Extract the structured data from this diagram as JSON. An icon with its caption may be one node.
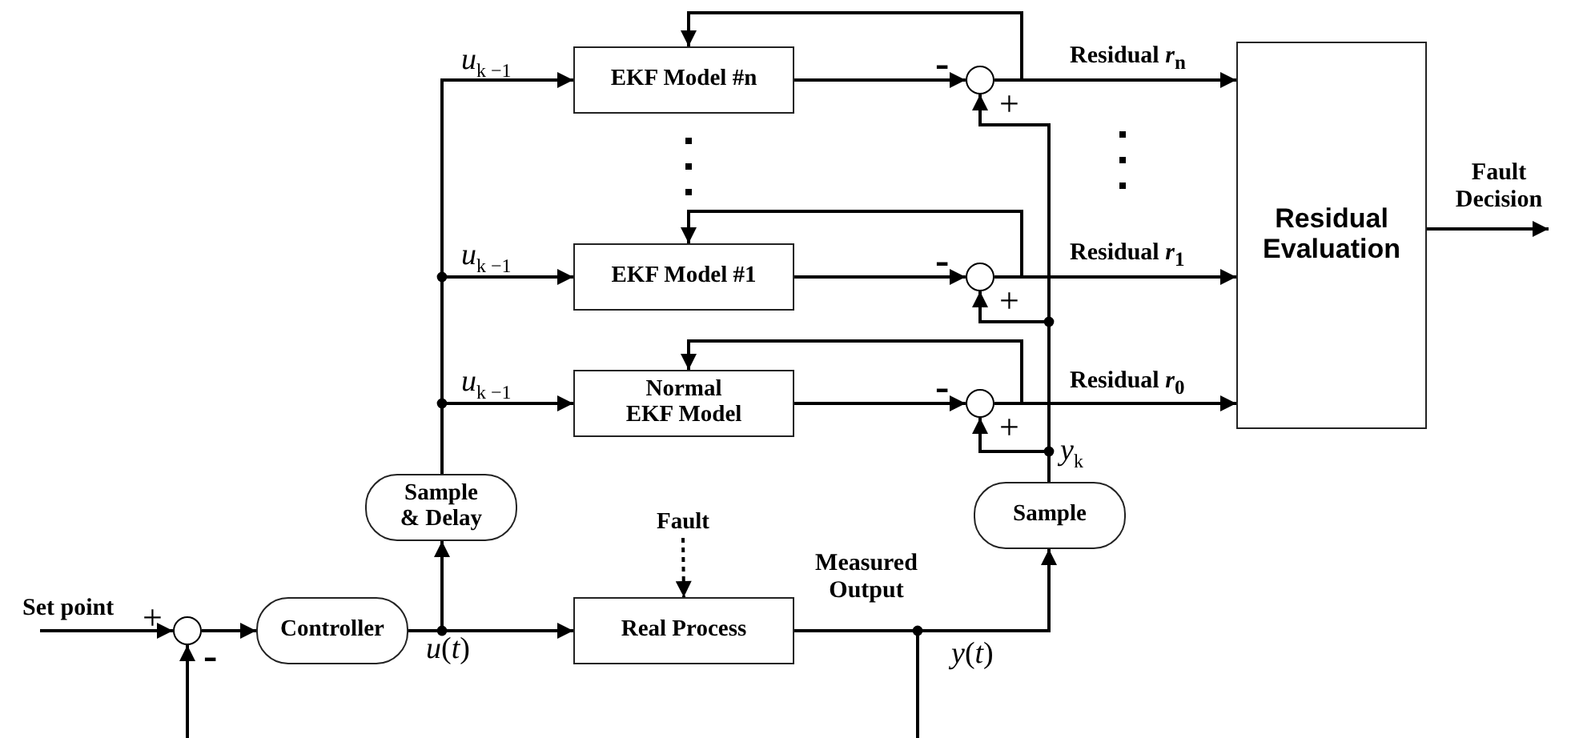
{
  "diagram": {
    "nodes": [
      {
        "text": [],
        "shape": "circle"
      },
      {
        "text": [
          "Controller"
        ]
      },
      {
        "text": [
          "Sample & Delay"
        ]
      },
      {
        "text": [
          "Real Process"
        ]
      },
      {
        "text": [
          "EKF Model #n"
        ]
      },
      {
        "text": [
          "EKF Model #1"
        ]
      },
      {
        "text": [
          "Normal EKF Model"
        ]
      },
      {
        "text": [],
        "shape": "circle"
      },
      {
        "text": [],
        "shape": "circle"
      },
      {
        "text": [],
        "shape": "circle"
      },
      {
        "text": [
          "Sample"
        ]
      },
      {
        "text": [
          "Residual Evaluation"
        ]
      },
      {
        "text": [
          "Fault"
        ]
      }
    ],
    "edges": [
      {
        "from": null,
        "to": 0,
        "arrow": "to",
        "label": "Set point"
      },
      {
        "from": null,
        "to": 0,
        "arrow": "to"
      },
      {
        "from": 0,
        "to": 1,
        "arrow": "to"
      },
      {
        "from": 1,
        "to": 3,
        "arrow": "to"
      },
      {
        "from": 1,
        "to": 2,
        "arrow": "to"
      },
      {
        "from": 2,
        "to": 4,
        "arrow": "to",
        "label": "*u*$_{k −1}$"
      },
      {
        "from": 2,
        "to": 5,
        "arrow": "to",
        "label": "*u*$_{k −1}$"
      },
      {
        "from": 2,
        "to": 6,
        "arrow": "to",
        "label": "*u*$_{k −1}$"
      },
      {
        "from": 12,
        "to": 3,
        "arrow": "to",
        "style": "dashed"
      },
      {
        "from": 3,
        "to": 10,
        "arrow": "to"
      },
      {
        "from": 3,
        "to": null,
        "arrow": "none"
      },
      {
        "from": 10,
        "to": 7,
        "arrow": "to"
      },
      {
        "from": 10,
        "to": 8,
        "arrow": "to"
      },
      {
        "from": 10,
        "to": 9,
        "arrow": "to"
      },
      {
        "from": 4,
        "to": 7,
        "arrow": "to"
      },
      {
        "from": 5,
        "to": 8,
        "arrow": "to"
      },
      {
        "from": 6,
        "to": 9,
        "arrow": "to"
      },
      {
        "from": 7,
        "to": 11,
        "arrow": "to",
        "label": "Residual *r*$_{n}$"
      },
      {
        "from": 8,
        "to": 11,
        "arrow": "to",
        "label": "Residual *r*$_{1}$"
      },
      {
        "from": 9,
        "to": 11,
        "arrow": "to",
        "label": "Residual *r*$_{0}$"
      },
      {
        "from": 7,
        "to": 4,
        "arrow": "to"
      },
      {
        "from": 8,
        "to": 5,
        "arrow": "to"
      },
      {
        "from": 9,
        "to": 6,
        "arrow": "to"
      },
      {
        "from": 11,
        "to": null,
        "arrow": "to",
        "label": "Fault Decision"
      }
    ],
    "labels": [
      "+",
      "-",
      "*u*(*t*)",
      "Measured Output",
      "*y*(*t*)",
      "*y*$_{k}$",
      "-",
      "+",
      "-",
      "+",
      "-",
      "+"
    ]
  }
}
